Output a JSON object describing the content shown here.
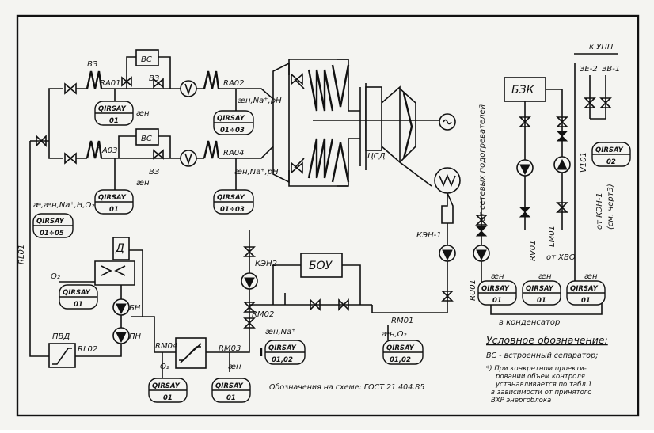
{
  "blocks": {
    "vs1": "ВС",
    "vs2": "ВС",
    "bzk": "БЗК",
    "bou": "БОУ",
    "d": "Д",
    "pvd": "ПВД"
  },
  "labels": {
    "v3_top": "ВЗ",
    "v3_mid": "ВЗ",
    "v3_bot": "ВЗ",
    "ra01": "RA01",
    "ra02": "RA02",
    "ra03": "RA03",
    "ra04": "RA04",
    "rl01": "RL01",
    "rl02": "RL02",
    "rm01": "RM01",
    "rm02": "RM02",
    "rm03": "RM03",
    "rm04": "RM04",
    "rv01": "RV01",
    "v101": "V101",
    "lm01": "LM01",
    "ru01": "RU01",
    "ksd": "ЦСД",
    "ken1": "КЭН-1",
    "ken2": "КЭН2",
    "bn": "БН",
    "pn": "ПН",
    "to_upp": "к УПП",
    "ze2": "ЗЕ-2",
    "ze1": "ЗВ-1",
    "from_heaters": "от сетевых подогревателей",
    "from_ken1": "от КЭН-1",
    "ken1_ref": "(см. черт3)",
    "from_hvo": "от ХВО",
    "to_condenser": "в конденсатор",
    "chem_a1": "ӕн",
    "chem_a2": "ӕн,Na⁺,pH",
    "chem_a3": "ӕн",
    "chem_a4": "ӕн,Na⁺,pH",
    "chem_main": "ӕ,ӕн,Na⁺,H,O₂",
    "chem_o2_d": "O₂",
    "chem_rm02": "ӕн,Na⁺",
    "chem_rm01": "ӕн,O₂",
    "chem_rm04": "O₂",
    "chem_rm03": "ӕн",
    "chem_ru01": "ӕн",
    "chem_rv01": "ӕн",
    "chem_v101": "ӕн"
  },
  "tags": {
    "t1": {
      "top": "QIRSAY",
      "bot": "01"
    },
    "t2": {
      "top": "QIRSAY",
      "bot": "01÷03"
    },
    "t3": {
      "top": "QIRSAY",
      "bot": "01"
    },
    "t4": {
      "top": "QIRSAY",
      "bot": "01÷03"
    },
    "t5": {
      "top": "QIRSAY",
      "bot": "01÷05"
    },
    "t6": {
      "top": "QIRSAY",
      "bot": "01"
    },
    "t7": {
      "top": "QIRSAY",
      "bot": "01,02"
    },
    "t8": {
      "top": "QIRSAY",
      "bot": "01,02"
    },
    "t9": {
      "top": "QIRSAY",
      "bot": "01"
    },
    "t10": {
      "top": "QIRSAY",
      "bot": "01"
    },
    "t11": {
      "top": "QIRSAY",
      "bot": "01"
    },
    "t12": {
      "top": "QIRSAY",
      "bot": "01"
    },
    "t13": {
      "top": "QIRSAY",
      "bot": "01"
    },
    "t14": {
      "top": "QIRSAY",
      "bot": "02"
    }
  },
  "notation": "Обозначения на схеме: ГОСТ 21.404.85",
  "legend": {
    "title": "Условное обозначение:",
    "line1": "ВС - встроенный сепаратор;",
    "line2": "*) При конкретном проекти-",
    "line3": "ровании объем контроля",
    "line4": "устанавливается по табл.1",
    "line5": "в зависимости от принятого",
    "line6": "ВХР энергоблока"
  }
}
